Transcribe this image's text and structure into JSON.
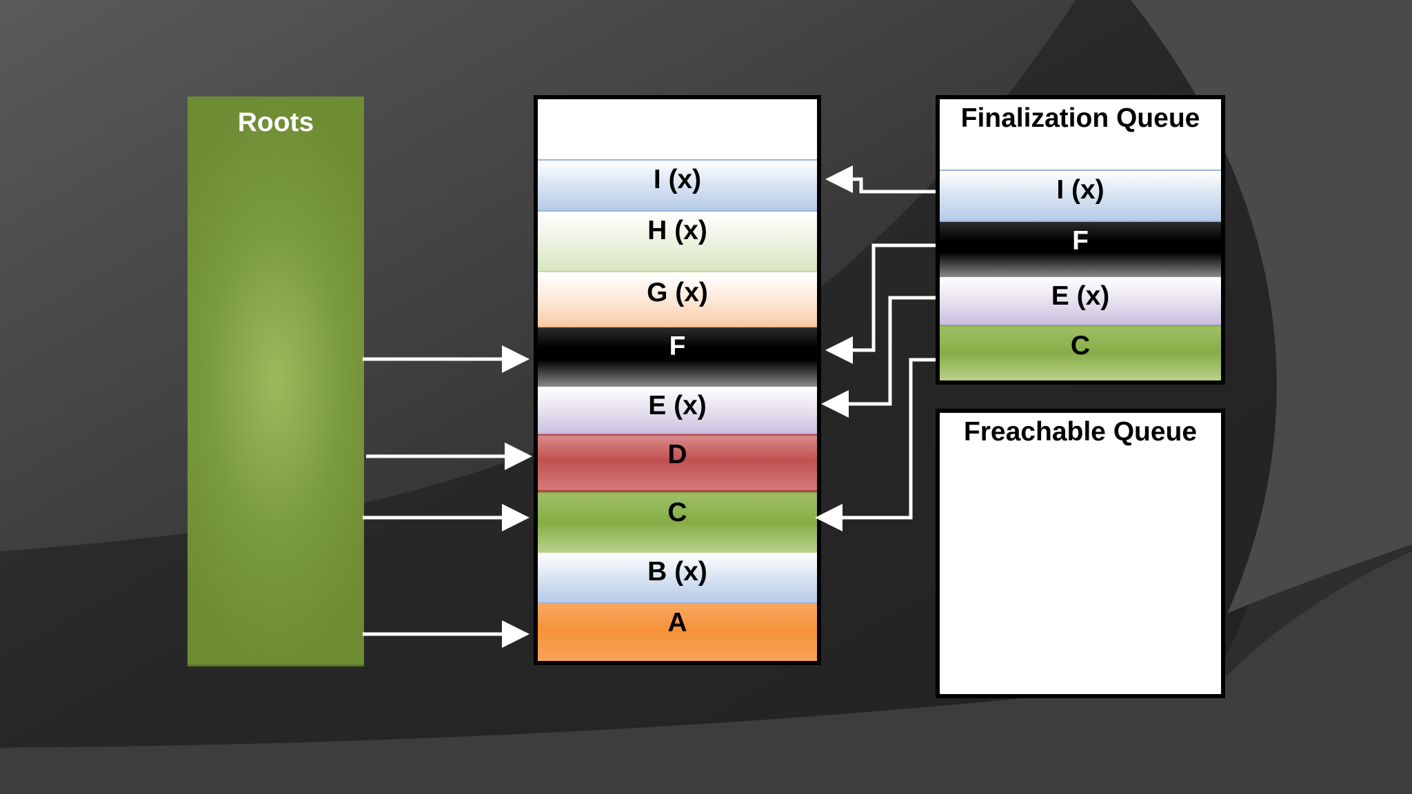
{
  "roots": {
    "title": "Roots"
  },
  "heap": {
    "objects": [
      {
        "label": "I (x)",
        "color": "blue"
      },
      {
        "label": "H (x)",
        "color": "lightgreen"
      },
      {
        "label": "G (x)",
        "color": "peach"
      },
      {
        "label": "F",
        "color": "black"
      },
      {
        "label": "E (x)",
        "color": "lavender"
      },
      {
        "label": "D",
        "color": "red"
      },
      {
        "label": "C",
        "color": "green"
      },
      {
        "label": "B (x)",
        "color": "blue"
      },
      {
        "label": "A",
        "color": "orange"
      }
    ]
  },
  "finalization_queue": {
    "title": "Finalization Queue",
    "items": [
      {
        "label": "I (x)",
        "color": "blue"
      },
      {
        "label": "F",
        "color": "black"
      },
      {
        "label": "E (x)",
        "color": "lavender"
      },
      {
        "label": "C",
        "color": "green"
      }
    ]
  },
  "freachable_queue": {
    "title": "Freachable Queue",
    "items": []
  },
  "colors": {
    "roots_green": "#7a9a3e",
    "arrow": "#ffffff",
    "background": "#2b2b2b"
  }
}
